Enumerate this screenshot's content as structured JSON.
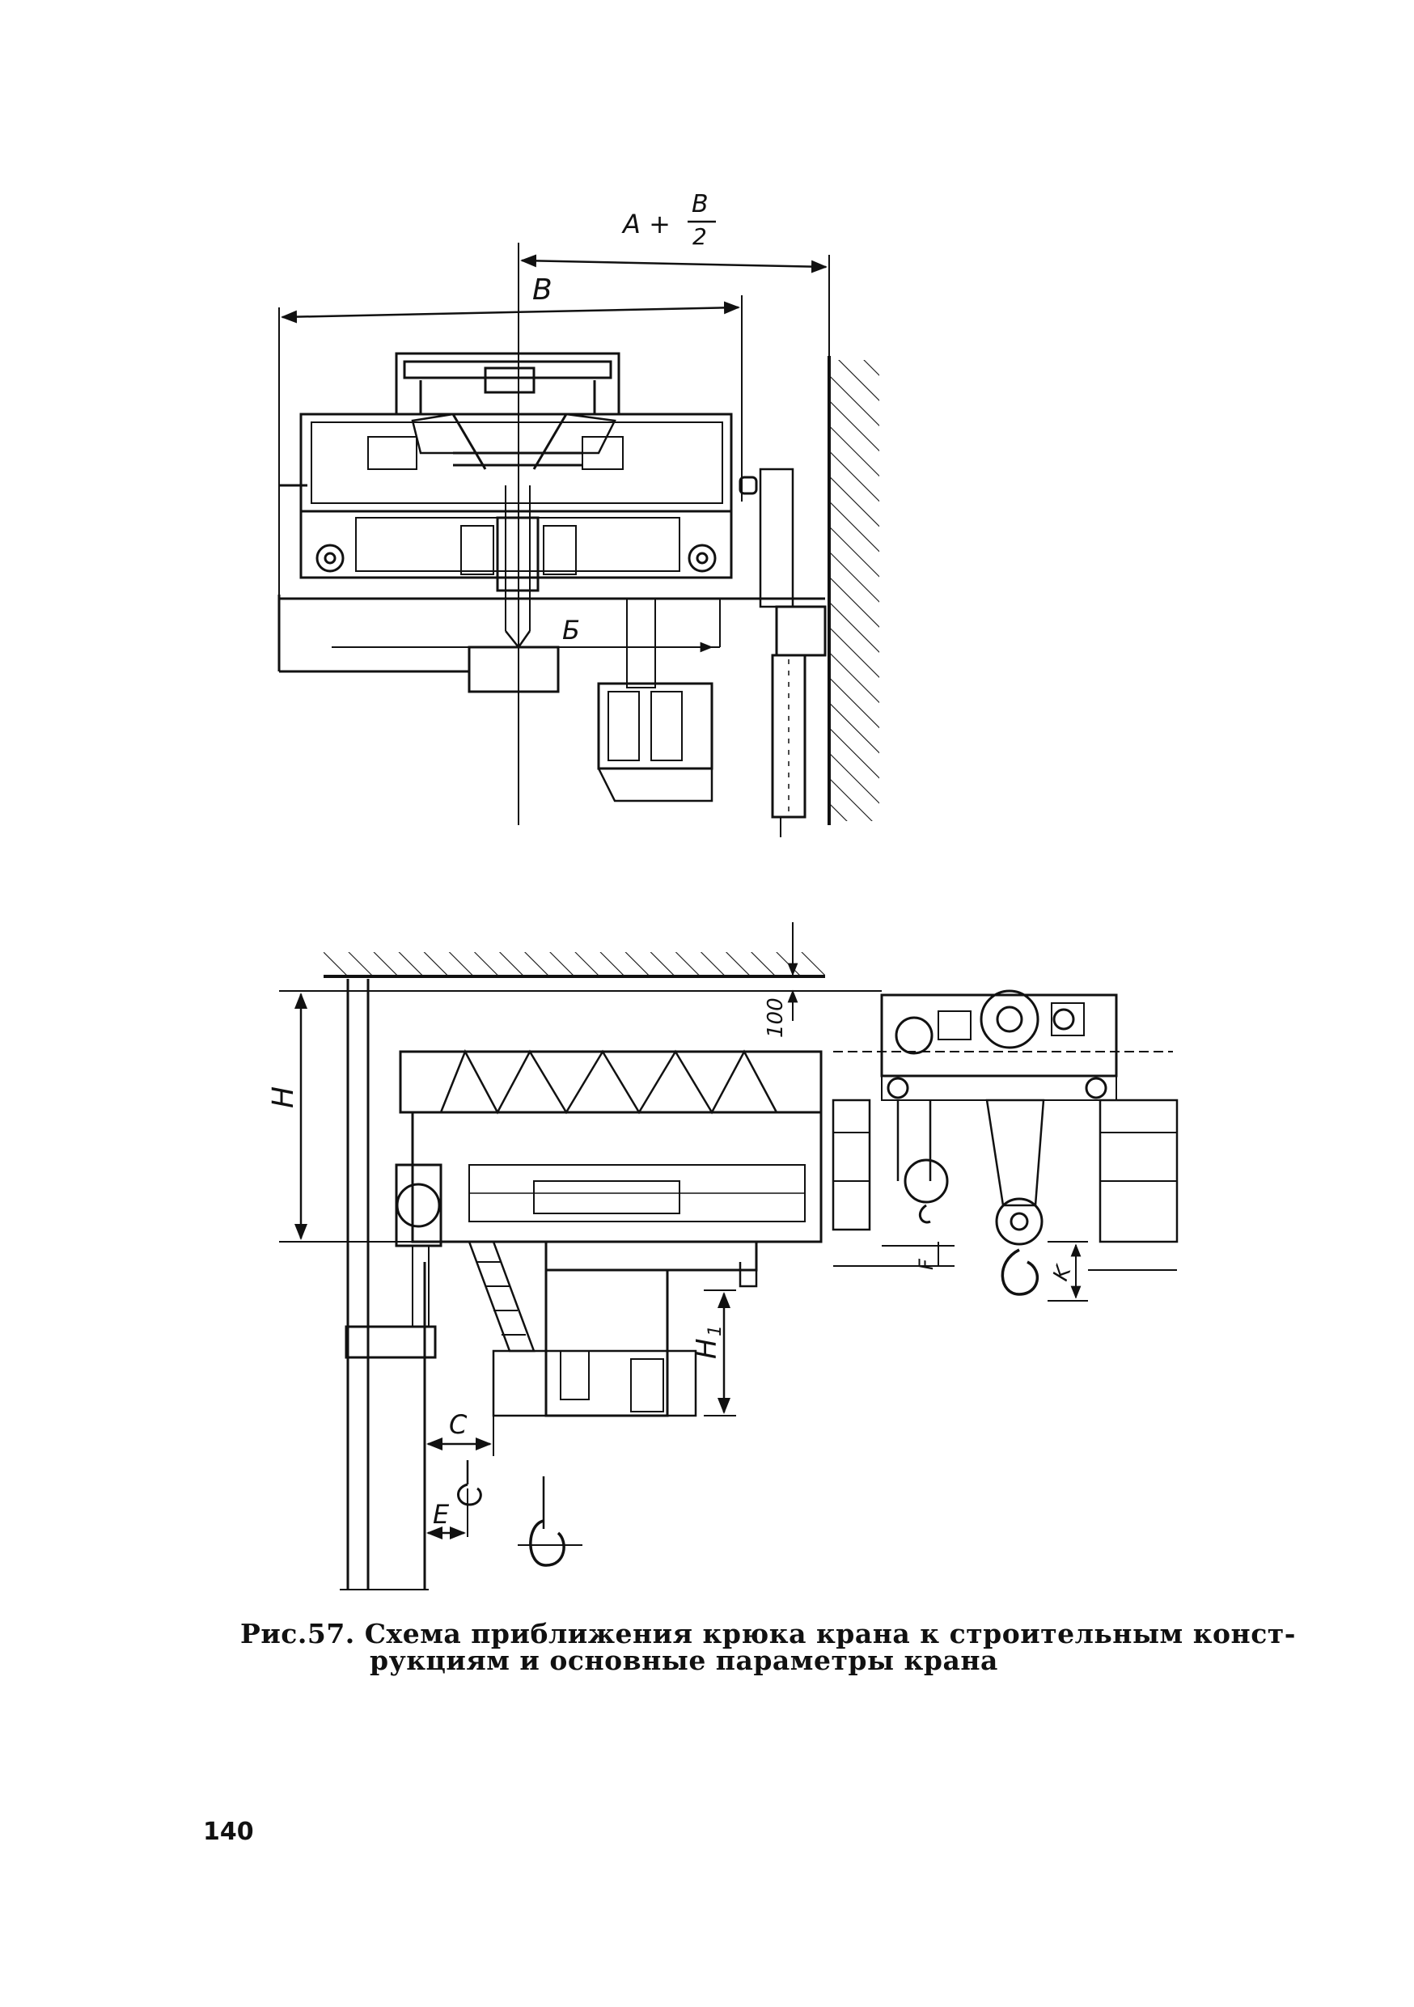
{
  "figure": {
    "caption_line1": "Рис.57. Схема приближения крюка крана к строительным конст-",
    "caption_line2": "рукциям и основные параметры крана"
  },
  "page_number": "140",
  "top_view": {
    "dim_A_plus": "A +",
    "dim_frac_num": "B",
    "dim_frac_den": "2",
    "dim_B": "B",
    "dim_B_cyr": "Б"
  },
  "side_view": {
    "dim_H": "H",
    "dim_100": "100",
    "dim_H1": "H",
    "dim_H1_sub": "1",
    "dim_C": "C",
    "dim_E": "E",
    "dim_F": "F",
    "dim_K": "K"
  },
  "colors": {
    "ink": "#111111",
    "paper": "#ffffff"
  }
}
